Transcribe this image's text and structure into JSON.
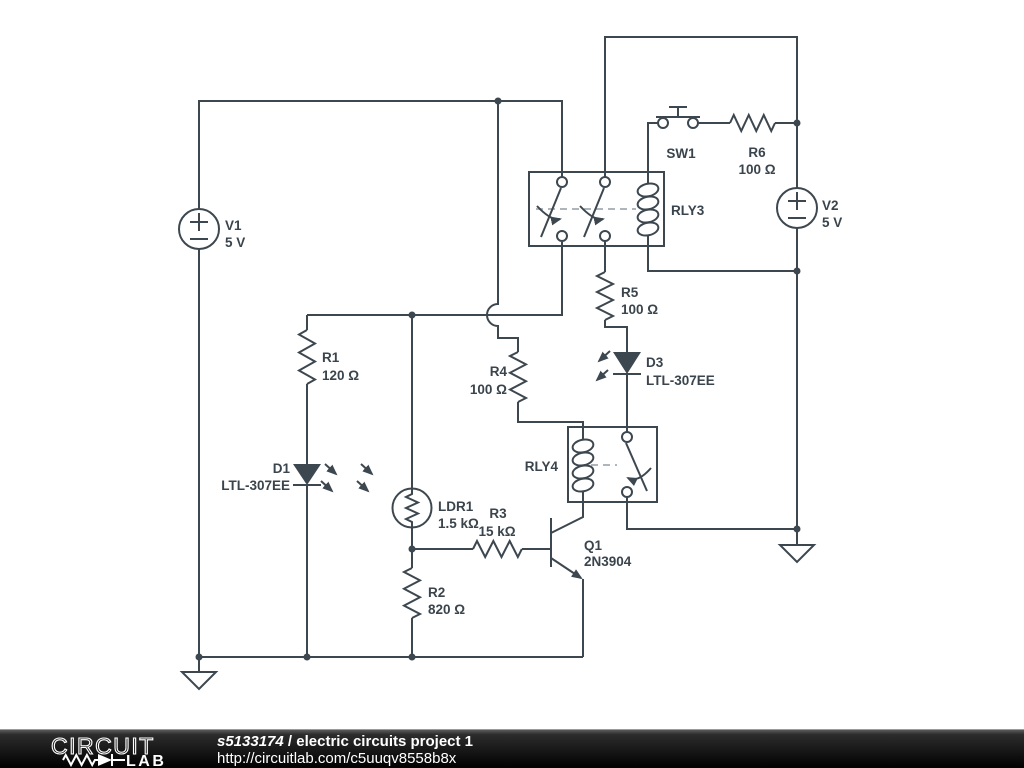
{
  "schematic": {
    "v1": {
      "name": "V1",
      "value": "5 V"
    },
    "v2": {
      "name": "V2",
      "value": "5 V"
    },
    "r1": {
      "name": "R1",
      "value": "120 Ω"
    },
    "r2": {
      "name": "R2",
      "value": "820 Ω"
    },
    "r3": {
      "name": "R3",
      "value": "15 kΩ"
    },
    "r4": {
      "name": "R4",
      "value": "100 Ω"
    },
    "r5": {
      "name": "R5",
      "value": "100 Ω"
    },
    "r6": {
      "name": "R6",
      "value": "100 Ω"
    },
    "d1": {
      "name": "D1",
      "value": "LTL-307EE"
    },
    "d3": {
      "name": "D3",
      "value": "LTL-307EE"
    },
    "ldr1": {
      "name": "LDR1",
      "value": "1.5 kΩ"
    },
    "q1": {
      "name": "Q1",
      "value": "2N3904"
    },
    "sw1": {
      "name": "SW1"
    },
    "rly3": {
      "name": "RLY3"
    },
    "rly4": {
      "name": "RLY4"
    }
  },
  "footer": {
    "logo_top": "CIRCUIT",
    "logo_bottom": "LAB",
    "title_id": "s5133174",
    "title_sep": " / ",
    "title_name": "electric circuits project 1",
    "url": "http://circuitlab.com/c5uuqv8558b8x"
  },
  "colors": {
    "wire": "#3d474f",
    "label": "#3a444c",
    "dashed_link": "#aeb6bc",
    "footer_bg": "#000000",
    "footer_text": "#ffffff",
    "background": "#ffffff"
  }
}
